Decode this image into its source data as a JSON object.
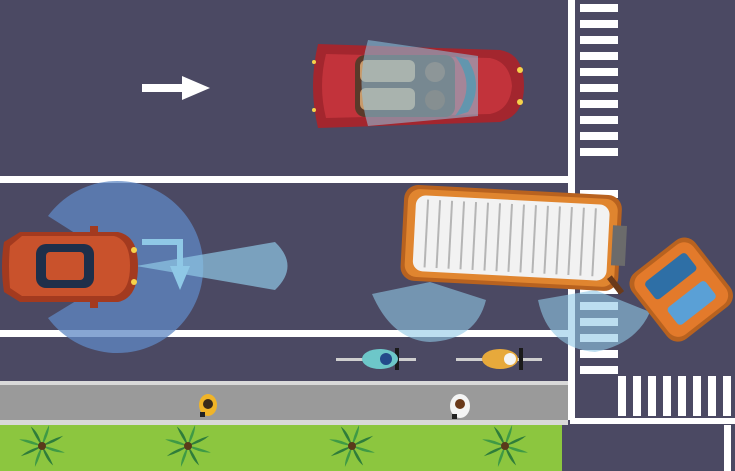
{
  "scene": {
    "road_color": "#4b4963",
    "lane_line_color": "#ffffff",
    "sidewalk_color": "#9a9a9a",
    "grass_color": "#8cc63f",
    "sensor_color": "#8fc8e6",
    "direction_icon": "arrow-right-icon",
    "turn_icon": "turn-right-down-icon"
  },
  "vehicles": [
    {
      "name": "red-convertible",
      "color": "#a3262e",
      "kind": "convertible",
      "passengers": 2
    },
    {
      "name": "orange-autonomous-car",
      "color": "#c9522c",
      "kind": "sedan",
      "sensors": [
        "360-radar",
        "front-lidar-cone"
      ]
    },
    {
      "name": "orange-bus",
      "color": "#e0852f",
      "kind": "bus",
      "sensors": [
        "side-left",
        "side-right"
      ]
    },
    {
      "name": "orange-suv",
      "color": "#e37a2b",
      "kind": "suv"
    }
  ],
  "cyclists": [
    {
      "name": "cyclist-teal",
      "color": "#6dc7c9"
    },
    {
      "name": "cyclist-yellow",
      "color": "#e7a93b"
    }
  ],
  "pedestrians": [
    {
      "name": "pedestrian-yellow",
      "color": "#f0b428"
    },
    {
      "name": "pedestrian-white",
      "color": "#f4f4f4"
    }
  ],
  "palms": 4,
  "crosswalks": [
    "vertical-top",
    "vertical-middle",
    "horizontal-bottom"
  ]
}
